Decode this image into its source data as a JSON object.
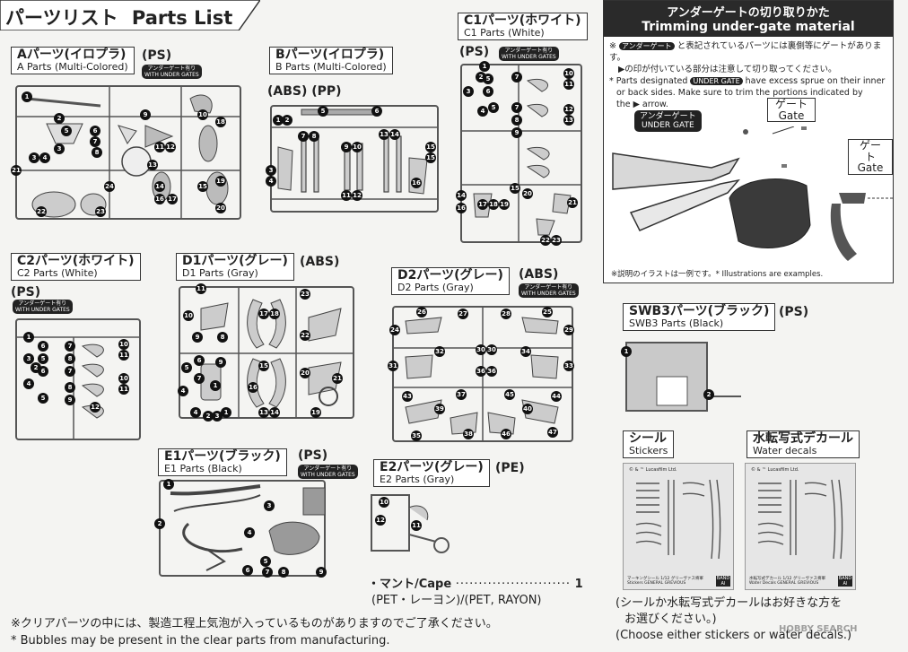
{
  "header": {
    "title_jp": "パーツリスト",
    "title_en": "Parts List"
  },
  "tag_under_gate": [
    "アンダーゲート有り",
    "WITH UNDER GATES"
  ],
  "parts": {
    "A": {
      "jp": "Aパーツ(イロプラ)",
      "en": "A Parts (Multi-Colored)",
      "mat": "(PS)"
    },
    "B": {
      "jp": "Bパーツ(イロプラ)",
      "en": "B Parts (Multi-Colored)",
      "mat": "(ABS) (PP)"
    },
    "C1": {
      "jp": "C1パーツ(ホワイト)",
      "en": "C1 Parts (White)",
      "mat": "(PS)"
    },
    "C2": {
      "jp": "C2パーツ(ホワイト)",
      "en": "C2 Parts (White)",
      "mat": "(PS)"
    },
    "D1": {
      "jp": "D1パーツ(グレー)",
      "en": "D1 Parts (Gray)",
      "mat": "(ABS)"
    },
    "D2": {
      "jp": "D2パーツ(グレー)",
      "en": "D2 Parts (Gray)",
      "mat": "(ABS)"
    },
    "E1": {
      "jp": "E1パーツ(ブラック)",
      "en": "E1 Parts (Black)",
      "mat": "(PS)"
    },
    "E2": {
      "jp": "E2パーツ(グレー)",
      "en": "E2 Parts (Gray)",
      "mat": "(PE)"
    },
    "SWB3": {
      "jp": "SWB3パーツ(ブラック)",
      "en": "SWB3 Parts (Black)",
      "mat": "(PS)"
    }
  },
  "trimming": {
    "title_jp": "アンダーゲートの切り取りかた",
    "title_en": "Trimming under-gate material",
    "note_jp_pre": "※",
    "note_jp_tag": "アンダーゲート",
    "note_jp_1": "と表記されているパーツには裏側等にゲートがあります。",
    "note_jp_2": "▶の印が付いている部分は注意して切り取ってください。",
    "note_en_1": "* Parts designated",
    "note_en_tag": "UNDER GATE",
    "note_en_2": "have excess sprue on their inner",
    "note_en_3": "or back sides. Make sure to trim the portions indicated by",
    "note_en_4": "the ▶ arrow.",
    "under_gate_jp": "アンダーゲート",
    "under_gate_en": "UNDER GATE",
    "gate_jp": "ゲート",
    "gate_en": "Gate",
    "gate2_jp": "ゲート",
    "gate2_en": "Gate",
    "illus_note": "※説明のイラストは一例です。* Illustrations are examples."
  },
  "stickers": {
    "jp": "シール",
    "en": "Stickers"
  },
  "decals": {
    "jp": "水転写式デカール",
    "en": "Water decals"
  },
  "sheet_text": {
    "sticker_copy": "© & ™ Lucasfilm Ltd.",
    "sticker_footer": "マーキングシール 1/12 グリーヴァス将軍 Stickers GENERAL GREVIOUS",
    "decal_footer": "水転写式デカール 1/12 グリーヴァス将軍 Water Decals GENERAL GREVIOUS",
    "bandai": "BANDAI"
  },
  "cape": {
    "label": "・マント/Cape",
    "dots": "·························",
    "qty": "1",
    "material": "(PET・レーヨン)/(PET, RAYON)"
  },
  "choose_note": {
    "line1": "(シールか水転写式デカールはお好きな方を",
    "line2": "お選びください。)",
    "line3": "(Choose either stickers or water decals.)"
  },
  "footer": {
    "jp": "※クリアパーツの中には、製造工程上気泡が入っているものがありますのでご了承ください。",
    "en": "* Bubbles may be present in the clear parts from manufacturing."
  },
  "watermark": "HOBBY SEARCH",
  "colors": {
    "ink": "#222222",
    "runner": "#555555",
    "badge": "#111111",
    "sheet": "#9a9a9a"
  }
}
